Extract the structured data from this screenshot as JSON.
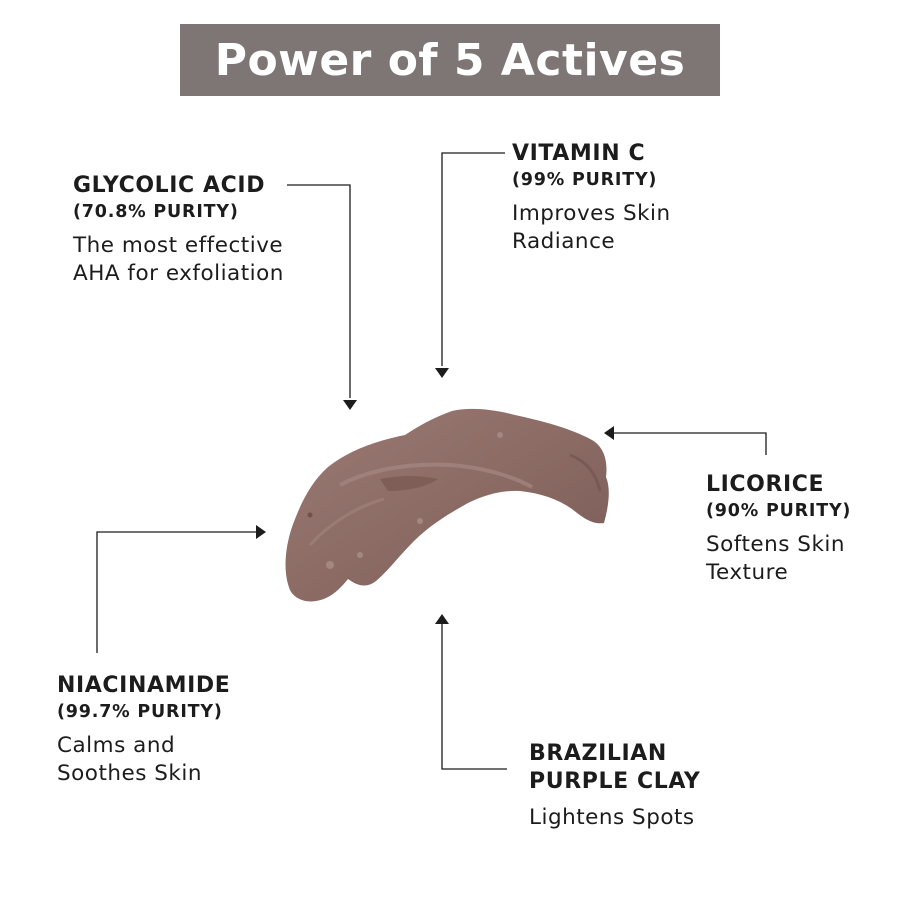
{
  "header": {
    "title": "Power of 5 Actives",
    "band_color": "#7d7675"
  },
  "product": {
    "swatch_color": "#8c6b65",
    "swatch_icon": "clay-smear-image"
  },
  "actives": {
    "glycolic": {
      "name": "GLYCOLIC ACID",
      "purity": "(70.8% PURITY)",
      "desc_line1": "The most effective",
      "desc_line2": "AHA for exfoliation"
    },
    "vitamin_c": {
      "name": "VITAMIN C",
      "purity": "(99% PURITY)",
      "desc_line1": "Improves Skin",
      "desc_line2": "Radiance"
    },
    "licorice": {
      "name": "LICORICE",
      "purity": "(90% PURITY)",
      "desc_line1": "Softens Skin",
      "desc_line2": "Texture"
    },
    "niacinamide": {
      "name": "NIACINAMIDE",
      "purity": "(99.7% PURITY)",
      "desc_line1": "Calms and",
      "desc_line2": "Soothes Skin"
    },
    "clay": {
      "name_line1": "BRAZILIAN",
      "name_line2": "PURPLE CLAY",
      "desc_line1": "Lightens Spots"
    }
  }
}
